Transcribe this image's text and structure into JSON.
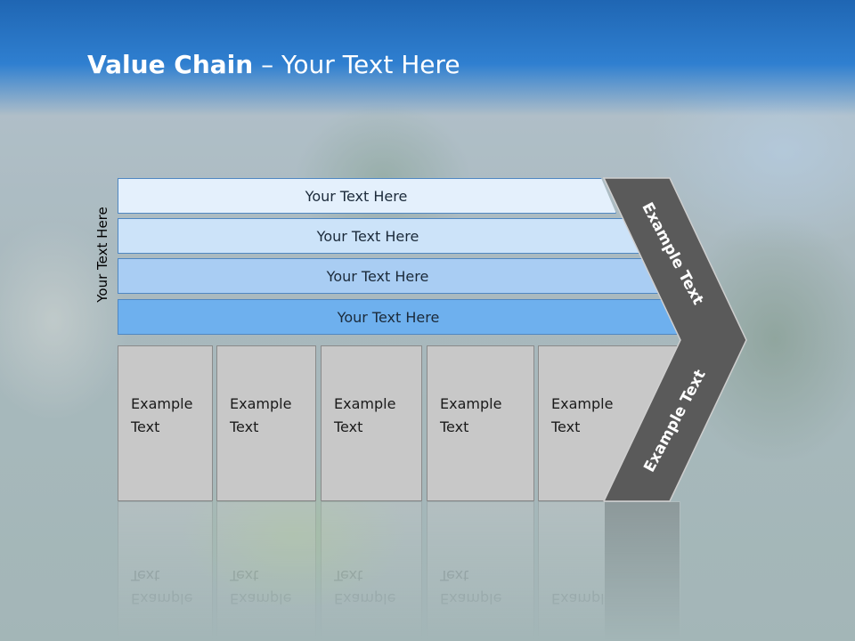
{
  "slide": {
    "title_bold": "Value Chain",
    "title_rest": " – Your Text Here",
    "side_label": "Your Text Here"
  },
  "bars": [
    {
      "label": "Your Text Here"
    },
    {
      "label": "Your Text Here"
    },
    {
      "label": "Your Text Here"
    },
    {
      "label": "Your Text Here"
    }
  ],
  "boxes": [
    {
      "label": "Example Text"
    },
    {
      "label": "Example Text"
    },
    {
      "label": "Example Text"
    },
    {
      "label": "Example Text"
    },
    {
      "label": "Example Text"
    }
  ],
  "chevron": {
    "upper_label": "Example Text",
    "lower_label": "Example Text"
  },
  "colors": {
    "header_blue": "#2f7fd0",
    "chevron_gray": "#5a5a5a",
    "box_gray": "#c8c8c8"
  }
}
